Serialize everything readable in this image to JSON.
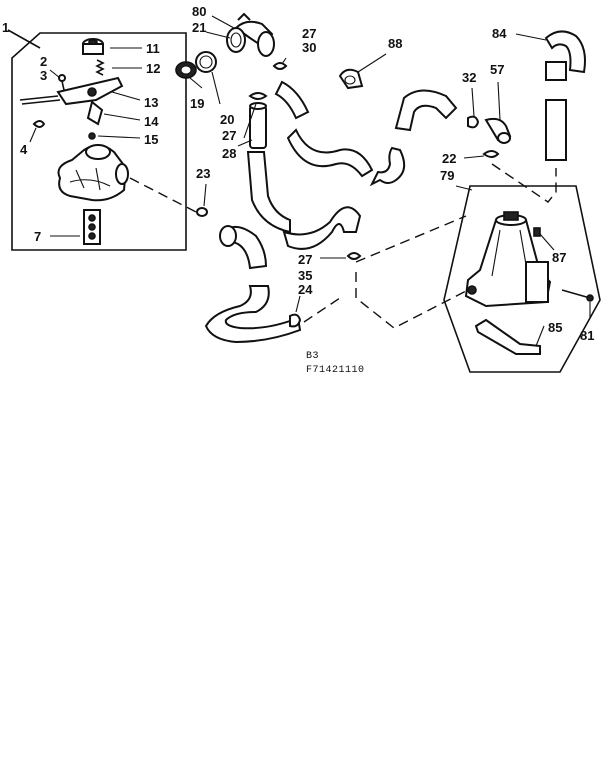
{
  "callouts": {
    "c1": "1",
    "c2": "2",
    "c3": "3",
    "c4": "4",
    "c7": "7",
    "c11": "11",
    "c12": "12",
    "c13": "13",
    "c14": "14",
    "c15": "15",
    "c80": "80",
    "c21": "21",
    "c19": "19",
    "c20": "20",
    "c27a": "27",
    "c30": "30",
    "c27b": "27",
    "c28": "28",
    "c23": "23",
    "c27c": "27",
    "c35": "35",
    "c24": "24",
    "c88": "88",
    "c84": "84",
    "c32": "32",
    "c57": "57",
    "c22": "22",
    "c79": "79",
    "c87": "87",
    "c85": "85",
    "c81": "81"
  },
  "footer": {
    "line1": "B3",
    "line2": "F71421110"
  }
}
